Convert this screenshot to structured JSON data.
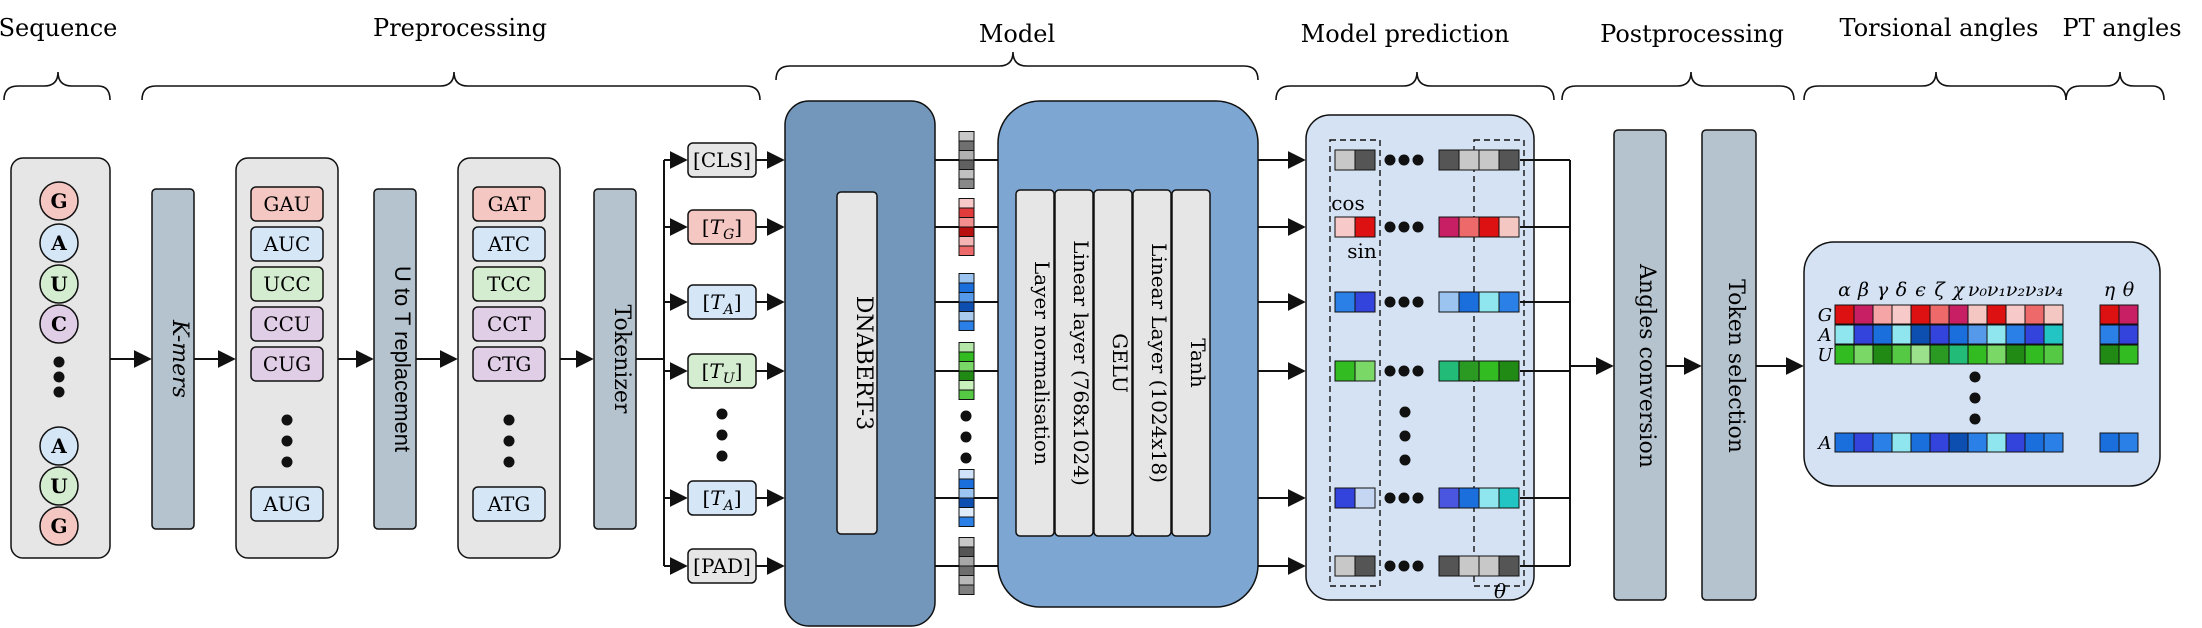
{
  "headers": {
    "sequence": "Sequence",
    "preprocessing": "Preprocessing",
    "model": "Model",
    "model_prediction": "Model prediction",
    "postprocessing": "Postprocessing",
    "torsional_angles": "Torsional angles",
    "pt_angles": "PT angles"
  },
  "sequence_nts": [
    "G",
    "A",
    "U",
    "C",
    "A",
    "U",
    "G"
  ],
  "kmers_label": "K-mers",
  "rna_kmers": [
    "GAU",
    "AUC",
    "UCC",
    "CCU",
    "CUG",
    "AUG"
  ],
  "u_to_t_label": "U to T replacement",
  "dna_kmers": [
    "GAT",
    "ATC",
    "TCC",
    "CCT",
    "CTG",
    "ATG"
  ],
  "tokenizer_label": "Tokenizer",
  "tokens": {
    "cls": "[CLS]",
    "tg": "T",
    "tg_sub": "G",
    "ta": "T",
    "ta_sub": "A",
    "tu": "T",
    "tu_sub": "U",
    "ta2": "T",
    "ta2_sub": "A",
    "pad": "[PAD]"
  },
  "dnabert_label": "DNABERT-3",
  "head_layers": [
    "Layer normalisation",
    "Linear layer (768x1024)",
    "GELU",
    "Linear Layer (1024x18)",
    "Tanh"
  ],
  "cos_label": "cos",
  "sin_label": "sin",
  "theta_label": "θ",
  "angles_conversion_label": "Angles conversion",
  "token_selection_label": "Token selection",
  "torsion_symbols": [
    "α",
    "β",
    "γ",
    "δ",
    "ϵ",
    "ζ",
    "χ",
    "ν₀",
    "ν₁",
    "ν₂",
    "ν₃",
    "ν₄"
  ],
  "pt_symbols": [
    "η",
    "θ"
  ],
  "output_rows": [
    "G",
    "A",
    "U",
    "A"
  ],
  "colors": {
    "g_fill": "#f5c7c3",
    "a_fill": "#d5e6f7",
    "u_fill": "#d4ecd0",
    "c_fill": "#e0cde6",
    "panel_gray": "#e6e6e6",
    "slate": "#b4c3ce",
    "dnabert_blue": "#7396bb",
    "head_blue": "#7ea6d2",
    "pred_panel": "#d5e2f4",
    "red": "#dd1111",
    "blue": "#1a6fdd",
    "green": "#33bb22"
  }
}
